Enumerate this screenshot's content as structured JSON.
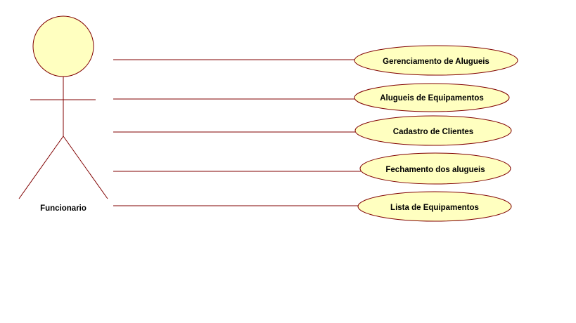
{
  "colors": {
    "line": "#800000",
    "fill": "#ffffc0",
    "text": "#000000"
  },
  "actor": {
    "name": "Funcionario"
  },
  "use_cases": [
    {
      "label": "Gerenciamento de Alugueis"
    },
    {
      "label": "Alugueis de Equipamentos"
    },
    {
      "label": "Cadastro de Clientes"
    },
    {
      "label": "Fechamento dos alugueis"
    },
    {
      "label": "Lista de Equipamentos"
    }
  ]
}
